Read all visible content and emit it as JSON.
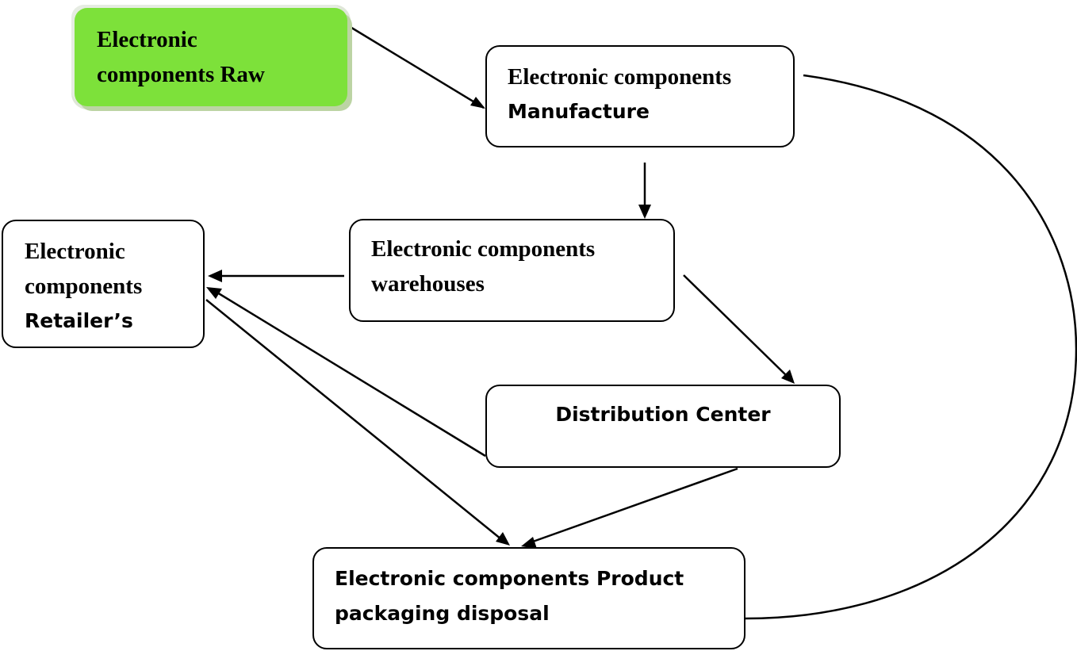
{
  "nodes": {
    "raw": {
      "lines": [
        "Electronic",
        "components Raw"
      ],
      "fill": "#7de13a"
    },
    "manufacture": {
      "lines": [
        "Electronic components",
        "Manufacture"
      ]
    },
    "warehouses": {
      "lines": [
        "Electronic components",
        "warehouses"
      ]
    },
    "retailers": {
      "lines": [
        "Electronic",
        "components",
        "Retailer’s"
      ]
    },
    "distribution": {
      "lines": [
        "Distribution Center"
      ]
    },
    "disposal": {
      "lines": [
        "Electronic components Product",
        "packaging disposal"
      ]
    }
  },
  "edges": [
    {
      "from": "raw",
      "to": "manufacture"
    },
    {
      "from": "manufacture",
      "to": "warehouses"
    },
    {
      "from": "warehouses",
      "to": "retailers"
    },
    {
      "from": "warehouses",
      "to": "distribution"
    },
    {
      "from": "distribution",
      "to": "retailers"
    },
    {
      "from": "distribution",
      "to": "disposal"
    },
    {
      "from": "retailers",
      "to": "disposal"
    },
    {
      "from": "manufacture",
      "to": "disposal",
      "style": "curve"
    }
  ]
}
